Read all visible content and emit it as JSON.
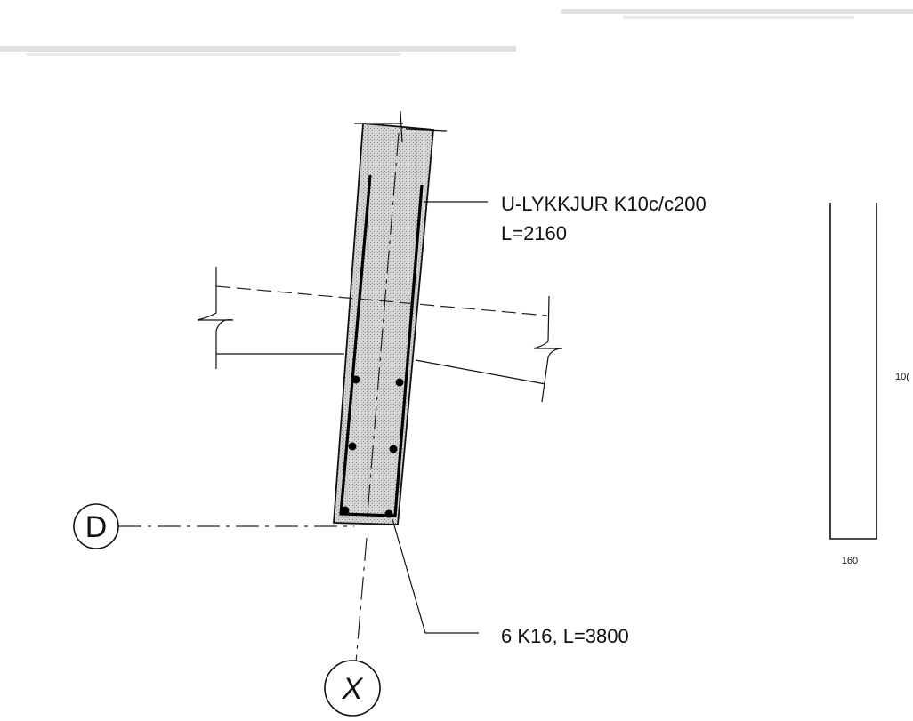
{
  "annotations": {
    "stirrup_note": {
      "line1": "U-LYKKJUR K10c/c200",
      "line2": "L=2160"
    },
    "bar_note": "6 K16, L=3800"
  },
  "grid_bubbles": {
    "horizontal": "D",
    "vertical": "X"
  },
  "bar_shape": {
    "width_label": "160",
    "height_label_partial": "10("
  },
  "colors": {
    "concrete_fill": "#c9c9c9",
    "line": "#111111"
  }
}
